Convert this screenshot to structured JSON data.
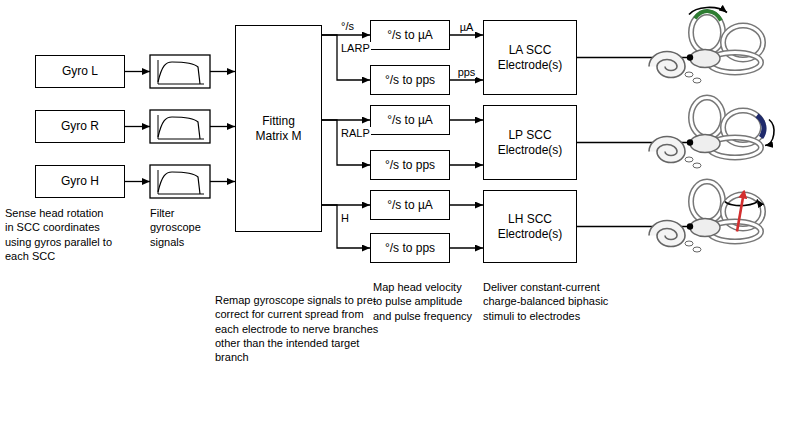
{
  "diagram": {
    "nodes": [
      {
        "text": [
          "Gyro L"
        ]
      },
      {
        "text": [
          "Gyro R"
        ]
      },
      {
        "text": [
          "Gyro H"
        ]
      },
      {
        "text": [
          "Fitting Matrix M"
        ]
      },
      {
        "text": [
          "°/s to µA"
        ]
      },
      {
        "text": [
          "°/s to pps"
        ]
      },
      {
        "text": [
          "LA SCC Electrode(s)"
        ]
      },
      {
        "text": [
          "°/s to µA"
        ]
      },
      {
        "text": [
          "°/s to pps"
        ]
      },
      {
        "text": [
          "LP SCC Electrode(s)"
        ]
      },
      {
        "text": [
          "°/s to µA"
        ]
      },
      {
        "text": [
          "°/s to pps"
        ]
      },
      {
        "text": [
          "LH SCC Electrode(s)"
        ]
      }
    ],
    "edges": [
      {
        "from": 3,
        "to": 4,
        "arrow": "to",
        "label": "°/s"
      },
      {
        "from": 3,
        "to": 5,
        "arrow": "to",
        "label": "LARP"
      },
      {
        "from": 4,
        "to": 6,
        "arrow": "to",
        "label": "µA"
      },
      {
        "from": 5,
        "to": 6,
        "arrow": "to",
        "label": "pps"
      },
      {
        "from": 3,
        "to": 7,
        "arrow": "to"
      },
      {
        "from": 3,
        "to": 8,
        "arrow": "to",
        "label": "RALP"
      },
      {
        "from": 7,
        "to": 9,
        "arrow": "to"
      },
      {
        "from": 8,
        "to": 9,
        "arrow": "to"
      },
      {
        "from": 3,
        "to": 10,
        "arrow": "to"
      },
      {
        "from": 3,
        "to": 11,
        "arrow": "to",
        "label": "H"
      },
      {
        "from": 10,
        "to": 12,
        "arrow": "to"
      },
      {
        "from": 11,
        "to": 12,
        "arrow": "to"
      }
    ],
    "labels": [
      "Sense head rotation in SCC coordinates using gyros parallel to each SCC",
      "Filter gyroscope signals",
      "Remap gyroscope signals to pre-correct for current spread from each electrode to nerve branches other than the intended target branch",
      "Map head velocity to pulse amplitude and pulse frequency",
      "Deliver constant-current charge-balanced biphasic stimuli to electrodes"
    ]
  }
}
